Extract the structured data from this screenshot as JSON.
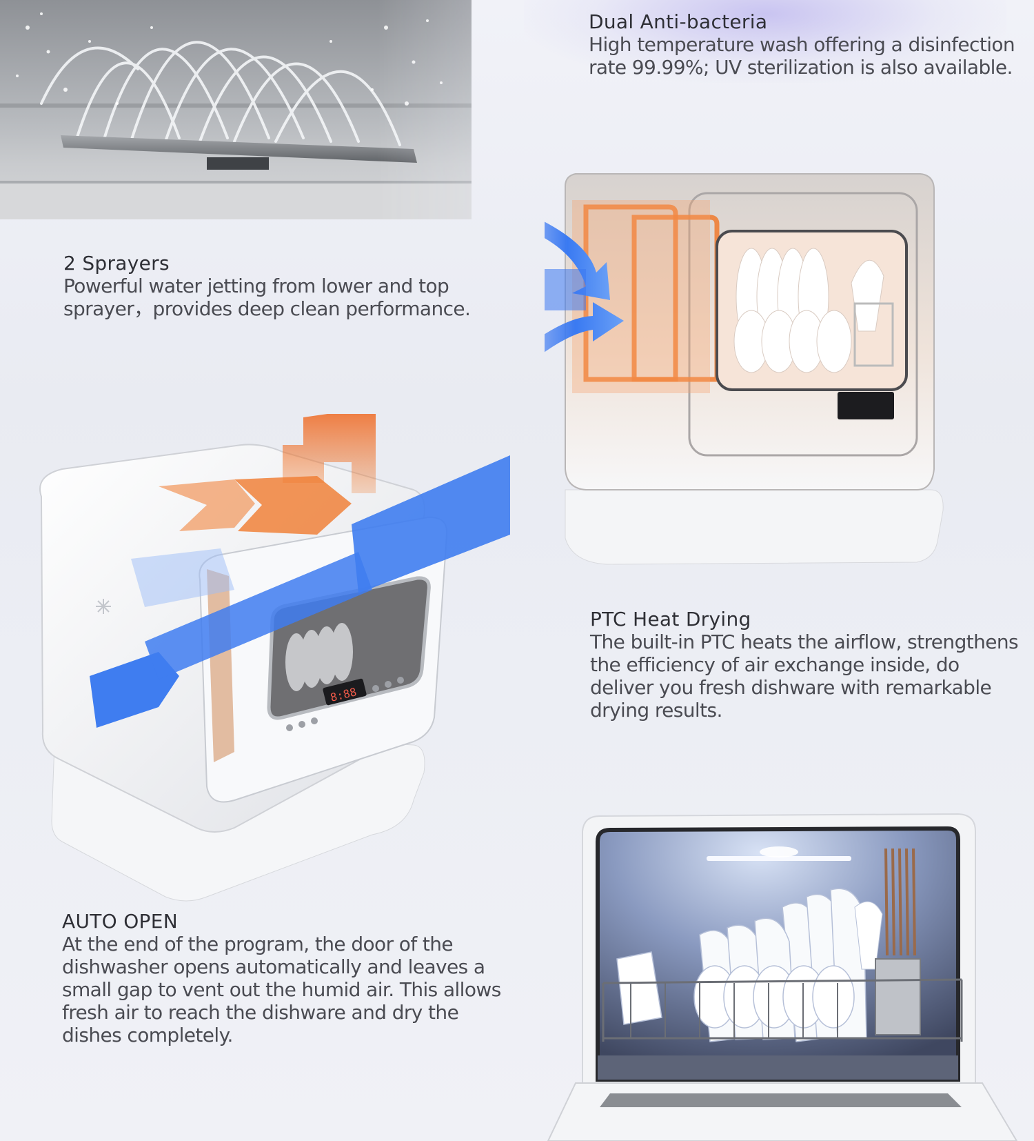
{
  "features": {
    "anti_bacteria": {
      "title": "Dual Anti-bacteria",
      "lines": [
        "High temperature wash offering a disinfection",
        "rate 99.99%; UV sterilization is also available."
      ]
    },
    "sprayers": {
      "title": "2 Sprayers",
      "lines": [
        "Powerful water jetting from lower and top",
        "sprayer，provides deep clean performance."
      ]
    },
    "ptc": {
      "title": "PTC Heat Drying",
      "lines": [
        "The built-in PTC heats the airflow, strengthens",
        "the efficiency of air exchange inside, do",
        "deliver you fresh dishware with remarkable",
        "drying results."
      ]
    },
    "auto_open": {
      "title": "AUTO OPEN",
      "lines": [
        "At the end of the program, the door of the",
        "dishwasher opens automatically and leaves a",
        "small gap to vent out the humid air. This allows",
        "fresh air to reach the dishware and dry the",
        "dishes completely."
      ]
    }
  },
  "display_readout": "8:88",
  "colors": {
    "heat_orange": "#f0702a",
    "air_blue": "#3f7df0",
    "text_dark": "#2e2f35",
    "text_body": "#4a4b52"
  }
}
